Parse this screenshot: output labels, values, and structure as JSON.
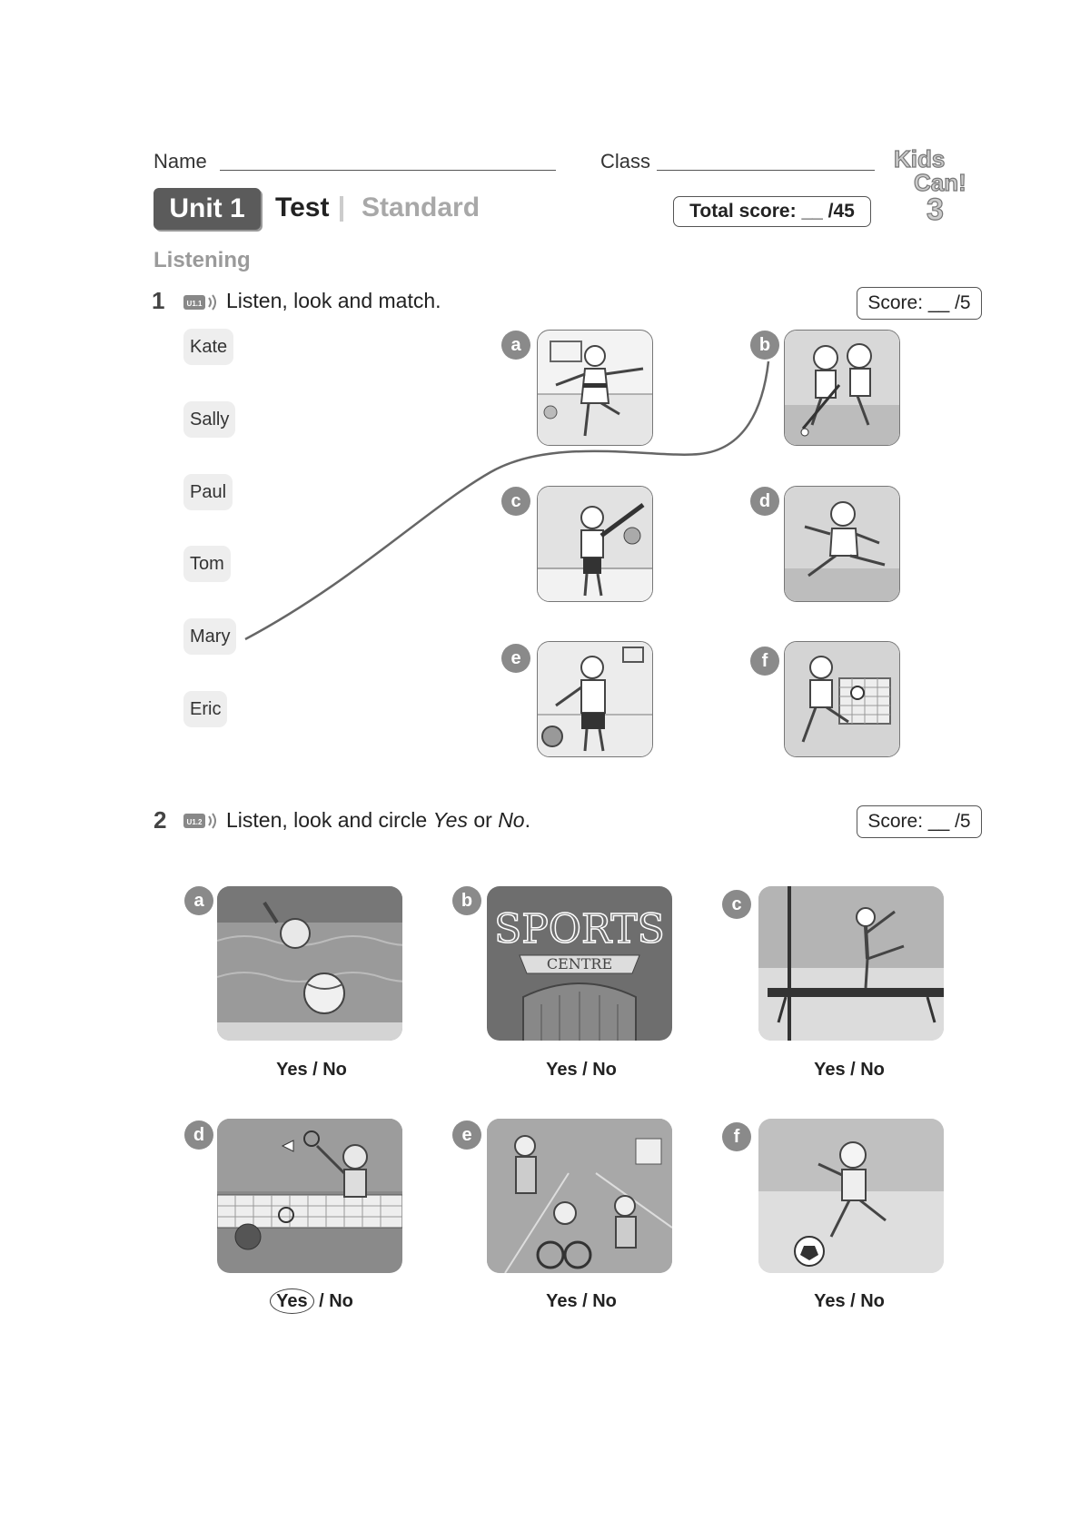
{
  "header": {
    "name_label": "Name",
    "class_label": "Class",
    "unit": "Unit 1",
    "test": "Test",
    "level": "Standard",
    "total_score": "Total score: __ /45",
    "logo": [
      "Kids",
      "Can!",
      "3"
    ]
  },
  "section": "Listening",
  "q1": {
    "number": "1",
    "audio_tag": "U1.1",
    "instruction": "Listen, look and match.",
    "score": "Score: __ /5",
    "names": [
      "Kate",
      "Sally",
      "Paul",
      "Tom",
      "Mary",
      "Eric"
    ],
    "letters": [
      "a",
      "b",
      "c",
      "d",
      "e",
      "f"
    ]
  },
  "q2": {
    "number": "2",
    "audio_tag": "U1.2",
    "instruction_pre": "Listen, look and circle ",
    "instruction_yes": "Yes",
    "instruction_mid": " or ",
    "instruction_no": "No",
    "instruction_end": ".",
    "score": "Score: __ /5",
    "letters": [
      "a",
      "b",
      "c",
      "d",
      "e",
      "f"
    ],
    "yes": "Yes",
    "slash": " / ",
    "no": "No",
    "sign_sports": "SPORTS",
    "sign_centre": "CENTRE"
  }
}
